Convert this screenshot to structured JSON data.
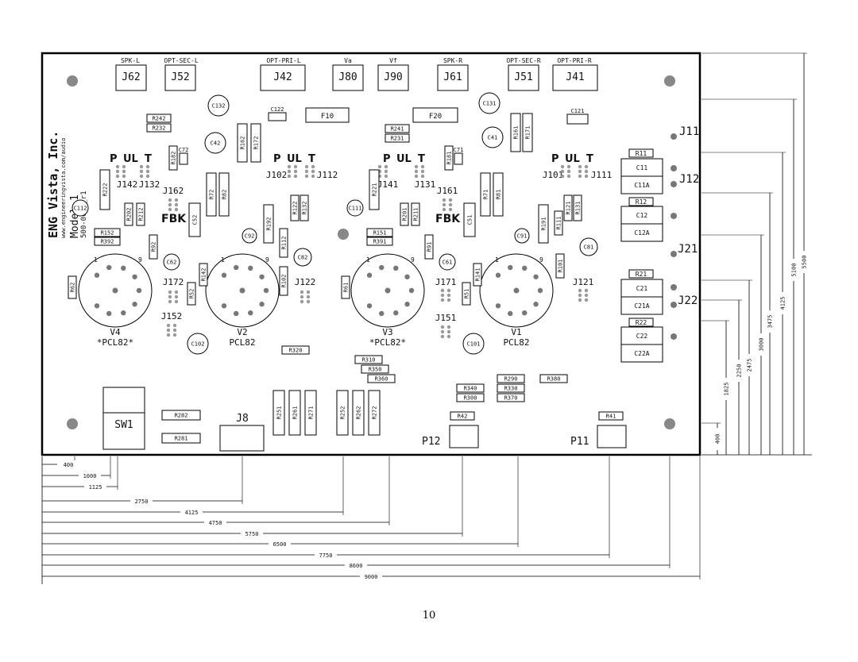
{
  "company": {
    "name": "ENG Vista, Inc.",
    "url": "www.engineeringvista.com/audio",
    "model": "Model 1",
    "part": "500-0001_r1"
  },
  "connectors": {
    "J62": {
      "ref": "J62",
      "label": "SPK-L"
    },
    "J52": {
      "ref": "J52",
      "label": "OPT-SEC-L"
    },
    "J42": {
      "ref": "J42",
      "label": "OPT-PRI-L"
    },
    "J80": {
      "ref": "J80",
      "label": "Va"
    },
    "J90": {
      "ref": "J90",
      "label": "Vf"
    },
    "J61": {
      "ref": "J61",
      "label": "SPK-R"
    },
    "J51": {
      "ref": "J51",
      "label": "OPT-SEC-R"
    },
    "J41": {
      "ref": "J41",
      "label": "OPT-PRI-R"
    }
  },
  "fuses": [
    "F10",
    "F20"
  ],
  "tubes": [
    {
      "ref": "V4",
      "type": "*PCL82*"
    },
    {
      "ref": "V2",
      "type": "PCL82"
    },
    {
      "ref": "V3",
      "type": "*PCL82*"
    },
    {
      "ref": "V1",
      "type": "PCL82"
    }
  ],
  "pin_labels": {
    "first": "1",
    "last": "9"
  },
  "puit": {
    "p": "P",
    "ul": "UL",
    "t": "T"
  },
  "fbk": "FBK",
  "jumpers": [
    "J142",
    "J132",
    "J102",
    "J112",
    "J141",
    "J131",
    "J101",
    "J111",
    "J162",
    "J161",
    "J172",
    "J152",
    "J122",
    "J171",
    "J151",
    "J121"
  ],
  "side": {
    "J11": "J11",
    "J12": "J12",
    "J21": "J21",
    "J22": "J22"
  },
  "side_parts": [
    "R11",
    "C11",
    "C11A",
    "R12",
    "C12",
    "C12A",
    "R21",
    "C21",
    "C21A",
    "R22",
    "C22",
    "C22A"
  ],
  "resistors": [
    "R242",
    "R232",
    "R182",
    "R162",
    "R172",
    "R222",
    "R202",
    "R212",
    "R152",
    "R392",
    "R92",
    "R72",
    "R82",
    "R52",
    "R142",
    "R192",
    "R112",
    "R122",
    "R132",
    "R102",
    "R62",
    "R241",
    "R231",
    "R181",
    "R161",
    "R171",
    "R221",
    "R201",
    "R211",
    "R151",
    "R391",
    "R91",
    "R71",
    "R81",
    "R191",
    "R111",
    "R121",
    "R131",
    "R101",
    "R51",
    "R141",
    "R61",
    "R320",
    "R310",
    "R350",
    "R360",
    "R290",
    "R330",
    "R370",
    "R380",
    "R340",
    "R300",
    "R282",
    "R281",
    "R251",
    "R261",
    "R271",
    "R252",
    "R262",
    "R272",
    "R42",
    "R41"
  ],
  "capacitors": [
    "C132",
    "C122",
    "C42",
    "C72",
    "C112",
    "C52",
    "C92",
    "C62",
    "C82",
    "C102",
    "C131",
    "C121",
    "C41",
    "C71",
    "C111",
    "C51",
    "C91",
    "C61",
    "C81",
    "C101"
  ],
  "misc": {
    "sw1": "SW1",
    "j8": "J8",
    "p12": "P12",
    "p11": "P11"
  },
  "dimensions": {
    "horizontal": [
      "400",
      "1000",
      "1125",
      "2750",
      "4125",
      "4750",
      "5750",
      "6500",
      "7750",
      "8600",
      "9000"
    ],
    "vertical": [
      "400",
      "1825",
      "2250",
      "2475",
      "3000",
      "3475",
      "4125",
      "5100",
      "5500"
    ]
  },
  "page_number": "10"
}
